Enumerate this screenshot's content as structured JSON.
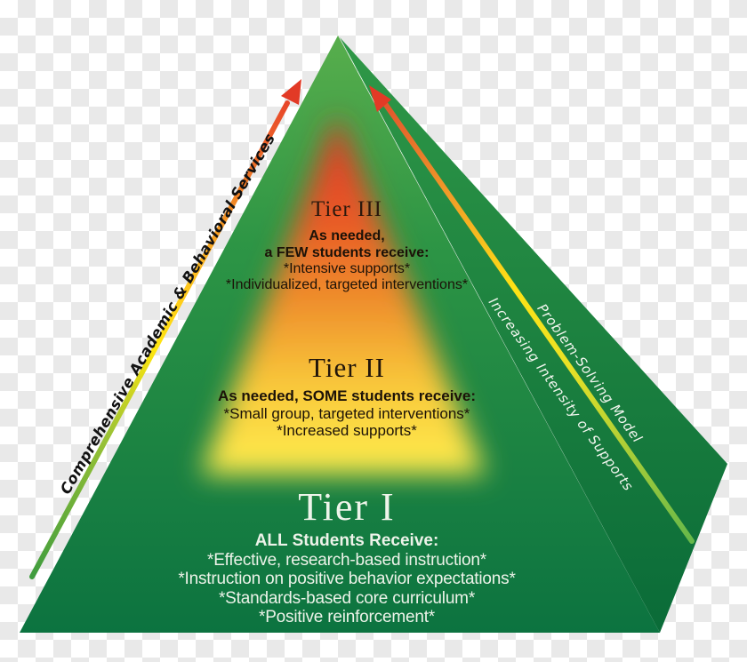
{
  "diagram": {
    "type": "tiered-intervention-pyramid",
    "tiers": [
      {
        "title": "Tier III",
        "subtitle_lines": [
          "As needed,",
          "a FEW students receive:"
        ],
        "bullets": [
          "*Intensive supports*",
          "*Individualized, targeted interventions*"
        ]
      },
      {
        "title": "Tier II",
        "subtitle_lines": [
          "As needed, SOME students receive:"
        ],
        "bullets": [
          "*Small group, targeted interventions*",
          "*Increased supports*"
        ]
      },
      {
        "title": "Tier I",
        "subtitle_lines": [
          "ALL Students Receive:"
        ],
        "bullets": [
          "*Effective, research-based instruction*",
          "*Instruction on positive behavior expectations*",
          "*Standards-based core curriculum*",
          "*Positive reinforcement*"
        ]
      }
    ],
    "left_arrow_label": "Comprehensive Academic & Behavioral Services",
    "right_arrow_labels": [
      "Problem-Solving Model",
      "Increasing Intensity of Supports"
    ],
    "colors": {
      "front_face_top": "#58ae4c",
      "front_face_bottom": "#0c7340",
      "side_face_top": "#2f9847",
      "side_face_bottom": "#0a6b38",
      "glow_red": "#dc3425",
      "glow_orange": "#ee8a2b",
      "glow_yellow": "#ffee4e",
      "arrowhead_red": "#e23a26",
      "arrow_yellow": "#ffe613",
      "arrow_green": "#3f9c3e",
      "checker_gray": "#e9e9e9"
    }
  }
}
